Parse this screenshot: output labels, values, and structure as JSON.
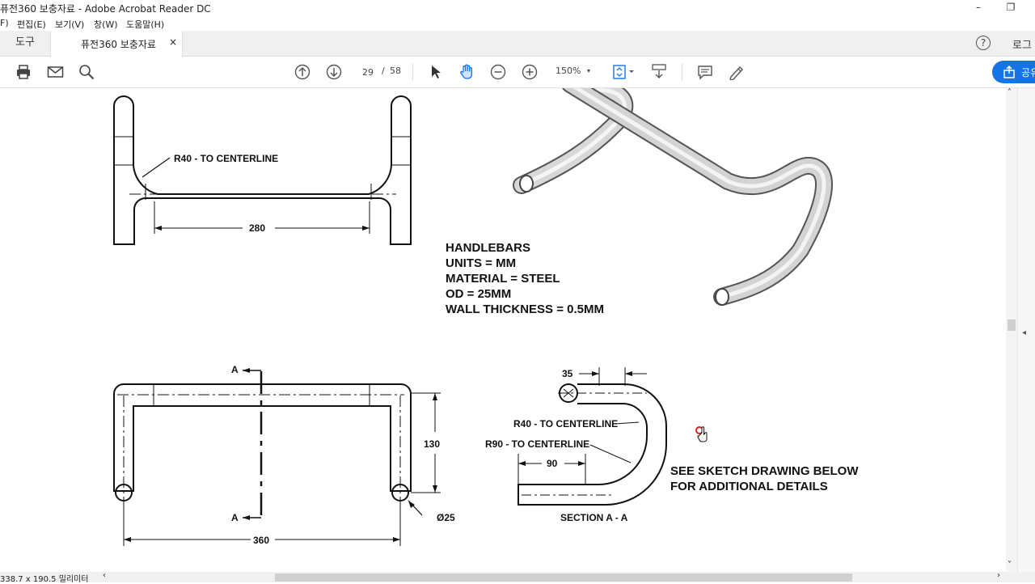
{
  "window": {
    "title": "퓨전360 보충자료 - Adobe Acrobat Reader DC",
    "minimize": "–",
    "restore": "❐"
  },
  "menu": [
    "F)",
    "편집(E)",
    "보기(V)",
    "창(W)",
    "도움말(H)"
  ],
  "tabs": {
    "tools": "도구",
    "document": "퓨전360 보충자료",
    "close": "×",
    "help": "?",
    "login": "로그"
  },
  "toolbar": {
    "current_page": "29",
    "page_separator": "/",
    "total_pages": "58",
    "zoom": "150%",
    "zoom_caret": "▾",
    "share_label": "공유",
    "icons": [
      "print-icon",
      "mail-icon",
      "search-icon",
      "prev-page-icon",
      "next-page-icon",
      "select-pointer-icon",
      "hand-tool-icon",
      "zoom-out-icon",
      "zoom-in-icon",
      "fit-page-icon",
      "scroll-mode-icon",
      "comment-icon",
      "pen-icon",
      "share-icon"
    ]
  },
  "drawing": {
    "top_left": {
      "radius_note": "R40 - TO CENTERLINE",
      "width_dim": "280"
    },
    "notes": [
      "HANDLEBARS",
      "UNITS = MM",
      "MATERIAL =  STEEL",
      "OD = 25MM",
      "WALL THICKNESS = 0.5MM"
    ],
    "bottom_left": {
      "section_mark": "A",
      "width_dim": "360",
      "height_dim": "130",
      "diameter": "Ø25"
    },
    "section": {
      "top_dim": "35",
      "r40": "R40 - TO CENTERLINE",
      "r90": "R90 - TO CENTERLINE",
      "bottom_dim": "90",
      "label": "SECTION A - A"
    },
    "sketch_note": [
      "SEE SKETCH DRAWING BELOW",
      "FOR ADDITIONAL DETAILS"
    ]
  },
  "status": {
    "page_size": "338.7 x 190.5 밀리미터",
    "scroll_left": "‹",
    "scroll_right": "›",
    "scroll_up": "˄",
    "scroll_down": "˅",
    "panel_toggle": "◂"
  },
  "colors": {
    "accent": "#1473e6",
    "tab_bg": "#f0f0f0",
    "tube_light": "#e4e4e4",
    "tube_dark": "#8a8a8a"
  }
}
